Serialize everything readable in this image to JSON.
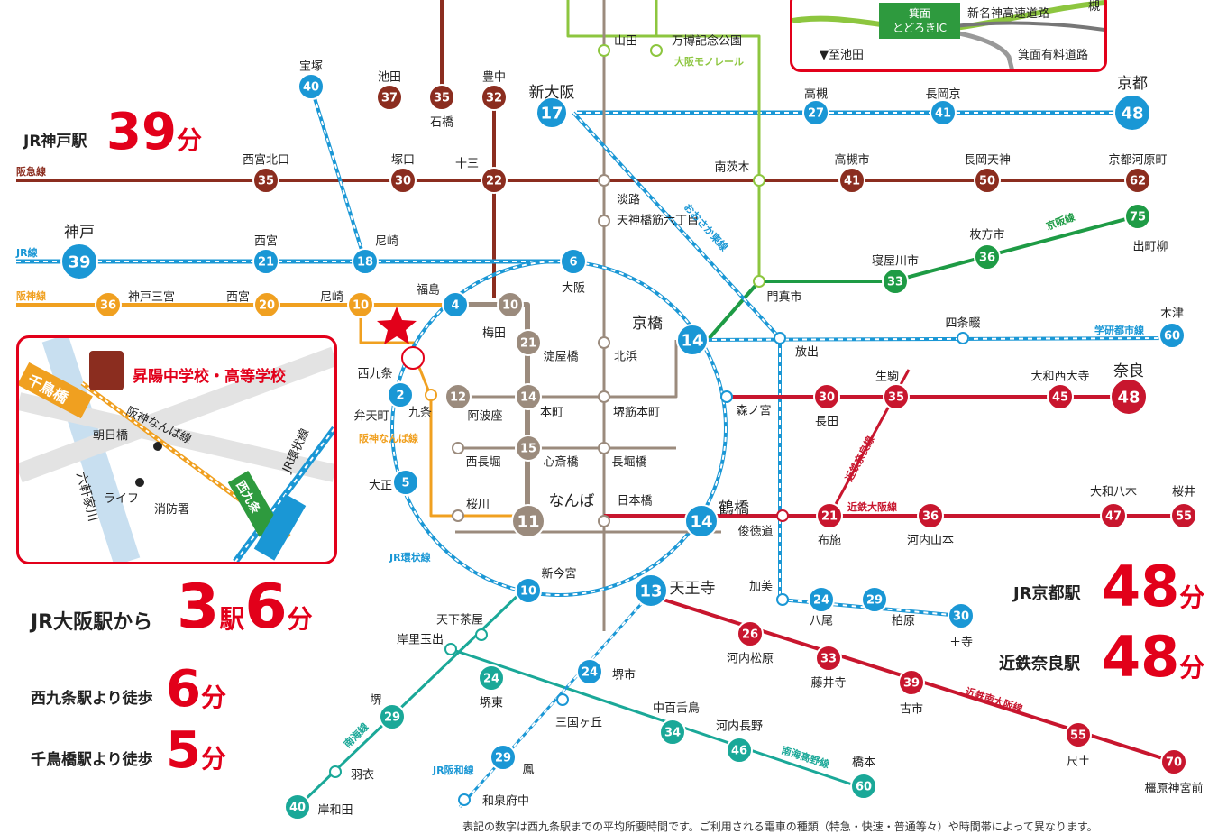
{
  "colors": {
    "jr": "#1a97d5",
    "hankyu": "#8b2d1f",
    "hanshin": "#f0a020",
    "metro": "#9b8b7d",
    "monorail": "#8dc63f",
    "keihan": "#1e9b45",
    "kintetsu": "#c8162e",
    "nankai": "#1aa898",
    "osakahigashi": "#1a97d5",
    "red": "#e2001a"
  },
  "headlines": {
    "kobe_label": "JR神戸駅",
    "kobe_min": "39",
    "kobe_unit": "分",
    "osaka_label": "JR大阪駅から",
    "osaka_eki": "3",
    "osaka_eki_unit": "駅",
    "osaka_min": "6",
    "osaka_min_unit": "分",
    "nishikujo_label": "西九条駅より徒歩",
    "nishikujo_min": "6",
    "nishikujo_unit": "分",
    "chidoribashi_label": "千鳥橋駅より徒歩",
    "chidoribashi_min": "5",
    "chidoribashi_unit": "分",
    "kyoto_label": "JR京都駅",
    "kyoto_min": "48",
    "kyoto_unit": "分",
    "nara_label": "近鉄奈良駅",
    "nara_min": "48",
    "nara_unit": "分"
  },
  "line_names": {
    "hankyu": "阪急線",
    "jr": "JR線",
    "hanshin": "阪神線",
    "monorail": "大阪モノレール",
    "keihan": "京阪線",
    "gakken": "学研都市線",
    "osakahigashi": "おおさか東線",
    "kintetsu_nara": "近鉄奈良線",
    "kintetsu_osaka": "近鉄大阪線",
    "kintetsu_minami": "近鉄南大阪線",
    "nankai": "南海線",
    "koya": "南海高野線",
    "hanwa": "JR阪和線",
    "loop": "JR環状線",
    "namba": "阪神なんば線"
  },
  "stations": [
    {
      "name": "宝塚",
      "num": "40"
    },
    {
      "name": "池田",
      "num": "37"
    },
    {
      "name": "石橋",
      "num": "35"
    },
    {
      "name": "豊中",
      "num": "32"
    },
    {
      "name": "山田",
      "num": ""
    },
    {
      "name": "万博記念公園",
      "num": ""
    },
    {
      "name": "新大阪",
      "num": "17"
    },
    {
      "name": "高槻",
      "num": "27"
    },
    {
      "name": "長岡京",
      "num": "41"
    },
    {
      "name": "京都",
      "num": "48"
    },
    {
      "name": "西宮北口",
      "num": "35"
    },
    {
      "name": "塚口",
      "num": "30"
    },
    {
      "name": "十三",
      "num": "22"
    },
    {
      "name": "南茨木",
      "num": ""
    },
    {
      "name": "高槻市",
      "num": "41"
    },
    {
      "name": "長岡天神",
      "num": "50"
    },
    {
      "name": "京都河原町",
      "num": "62"
    },
    {
      "name": "淡路",
      "num": ""
    },
    {
      "name": "天神橋筋六丁目",
      "num": ""
    },
    {
      "name": "神戸",
      "num": "39"
    },
    {
      "name": "西宮",
      "num": "21"
    },
    {
      "name": "尼崎",
      "num": "18"
    },
    {
      "name": "大阪",
      "num": "6"
    },
    {
      "name": "寝屋川市",
      "num": "33"
    },
    {
      "name": "枚方市",
      "num": "36"
    },
    {
      "name": "出町柳",
      "num": "75"
    },
    {
      "name": "神戸三宮",
      "num": "36"
    },
    {
      "name": "西宮",
      "num": "20"
    },
    {
      "name": "尼崎",
      "num": "10"
    },
    {
      "name": "福島",
      "num": "4"
    },
    {
      "name": "梅田",
      "num": "10"
    },
    {
      "name": "門真市",
      "num": ""
    },
    {
      "name": "京橋",
      "num": "14"
    },
    {
      "name": "四条畷",
      "num": ""
    },
    {
      "name": "木津",
      "num": "60"
    },
    {
      "name": "西九条",
      "num": ""
    },
    {
      "name": "淀屋橋",
      "num": "21"
    },
    {
      "name": "北浜",
      "num": ""
    },
    {
      "name": "放出",
      "num": ""
    },
    {
      "name": "生駒",
      "num": "35"
    },
    {
      "name": "大和西大寺",
      "num": "45"
    },
    {
      "name": "奈良",
      "num": "48"
    },
    {
      "name": "弁天町",
      "num": "2"
    },
    {
      "name": "九条",
      "num": ""
    },
    {
      "name": "阿波座",
      "num": "12"
    },
    {
      "name": "本町",
      "num": "14"
    },
    {
      "name": "堺筋本町",
      "num": ""
    },
    {
      "name": "森ノ宮",
      "num": ""
    },
    {
      "name": "長田",
      "num": "30"
    },
    {
      "name": "西長堀",
      "num": ""
    },
    {
      "name": "心斎橋",
      "num": "15"
    },
    {
      "name": "長堀橋",
      "num": ""
    },
    {
      "name": "大正",
      "num": "5"
    },
    {
      "name": "桜川",
      "num": ""
    },
    {
      "name": "なんば",
      "num": "11"
    },
    {
      "name": "日本橋",
      "num": ""
    },
    {
      "name": "鶴橋",
      "num": "14"
    },
    {
      "name": "俊徳道",
      "num": ""
    },
    {
      "name": "布施",
      "num": "21"
    },
    {
      "name": "河内山本",
      "num": "36"
    },
    {
      "name": "大和八木",
      "num": "47"
    },
    {
      "name": "桜井",
      "num": "55"
    },
    {
      "name": "新今宮",
      "num": "10"
    },
    {
      "name": "天王寺",
      "num": "13"
    },
    {
      "name": "加美",
      "num": ""
    },
    {
      "name": "八尾",
      "num": "24"
    },
    {
      "name": "柏原",
      "num": "29"
    },
    {
      "name": "王寺",
      "num": "30"
    },
    {
      "name": "天下茶屋",
      "num": ""
    },
    {
      "name": "岸里玉出",
      "num": ""
    },
    {
      "name": "河内松原",
      "num": "26"
    },
    {
      "name": "藤井寺",
      "num": "33"
    },
    {
      "name": "古市",
      "num": "39"
    },
    {
      "name": "尺土",
      "num": "55"
    },
    {
      "name": "橿原神宮前",
      "num": "70"
    },
    {
      "name": "堺東",
      "num": "24"
    },
    {
      "name": "堺市",
      "num": "24"
    },
    {
      "name": "三国ヶ丘",
      "num": ""
    },
    {
      "name": "中百舌鳥",
      "num": "34"
    },
    {
      "name": "河内長野",
      "num": "46"
    },
    {
      "name": "橋本",
      "num": "60"
    },
    {
      "name": "堺",
      "num": "29"
    },
    {
      "name": "羽衣",
      "num": ""
    },
    {
      "name": "岸和田",
      "num": "40"
    },
    {
      "name": "鳳",
      "num": "29"
    },
    {
      "name": "和泉府中",
      "num": ""
    }
  ],
  "inset": {
    "school": "昇陽中学校・高等学校",
    "chidoribashi": "千鳥橋",
    "hanshin_namba": "阪神なんば線",
    "asahibashi": "朝日橋",
    "rokkenya": "六軒家川",
    "life": "ライフ",
    "fire": "消防署",
    "jr_loop": "JR環状線",
    "nishikujo": "西九条"
  },
  "top_inset": {
    "ic_top": "箕面",
    "ic_bottom": "とどろきIC",
    "expressway": "新名神高速道路",
    "toll": "箕面有料道路",
    "ikeda": "▼至池田",
    "edge": "槻"
  },
  "footnote": "表記の数字は西九条駅までの平均所要時間です。ご利用される電車の種類（特急・快速・普通等々）や時間帯によって異なります。"
}
